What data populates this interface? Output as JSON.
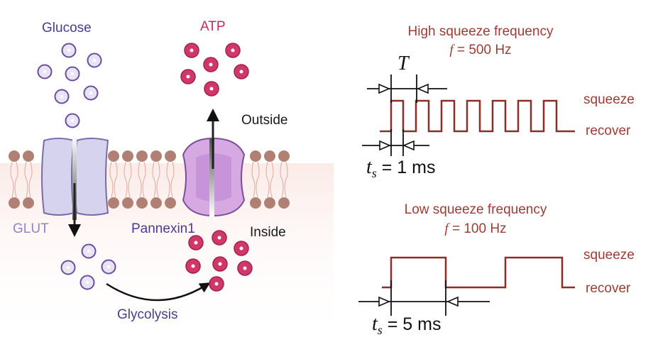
{
  "cell": {
    "glucose": "Glucose",
    "atp": "ATP",
    "outside": "Outside",
    "inside": "Inside",
    "glut": "GLUT",
    "pannexin": "Pannexin1",
    "glycolysis": "Glycolysis"
  },
  "high": {
    "title": "High squeeze frequency",
    "freq_symbol": "f",
    "freq_value": " = 500 Hz",
    "period_symbol": "T",
    "ts_symbol": "t",
    "ts_sub": "s",
    "ts_value": " = 1 ms",
    "squeeze": "squeeze",
    "recover": "recover"
  },
  "low": {
    "title": "Low squeeze frequency",
    "freq_symbol": "f",
    "freq_value": " = 100 Hz",
    "ts_symbol": "t",
    "ts_sub": "s",
    "ts_value": " = 5 ms",
    "squeeze": "squeeze",
    "recover": "recover"
  },
  "colors": {
    "waveform": "#8b2e2a",
    "glucose": "#6b4e9a",
    "atp": "#d0386a",
    "membrane": "#b08074",
    "glut": "#d6d3ee",
    "pannexin": "#c69ad9"
  }
}
